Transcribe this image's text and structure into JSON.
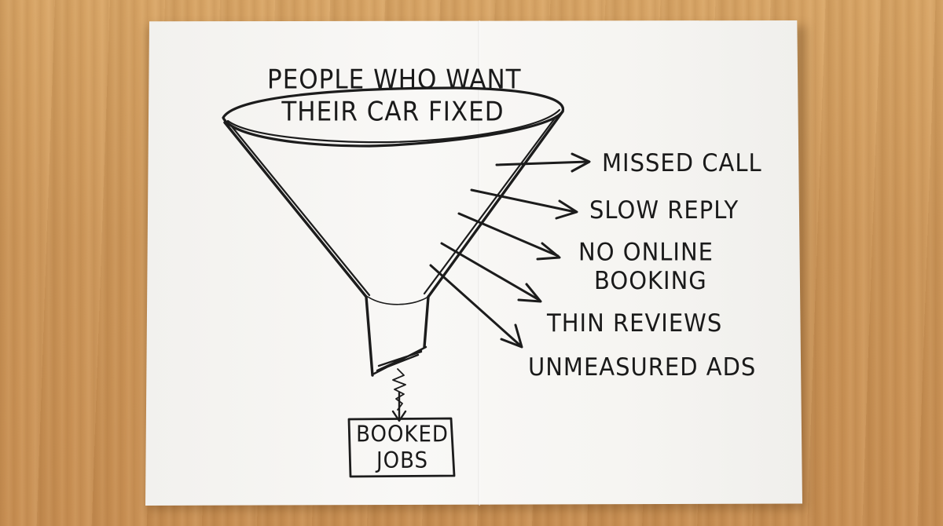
{
  "funnel": {
    "top_label_line1": "PEOPLE WHO WANT",
    "top_label_line2": "THEIR CAR FIXED"
  },
  "leaks": [
    {
      "label": "MISSED CALL"
    },
    {
      "label": "SLOW REPLY"
    },
    {
      "label": "NO ONLINE",
      "label_line2": "BOOKING"
    },
    {
      "label": "THIN REVIEWS"
    },
    {
      "label": "UNMEASURED ADS"
    }
  ],
  "output_box": {
    "line1": "BOOKED",
    "line2": "JOBS"
  }
}
